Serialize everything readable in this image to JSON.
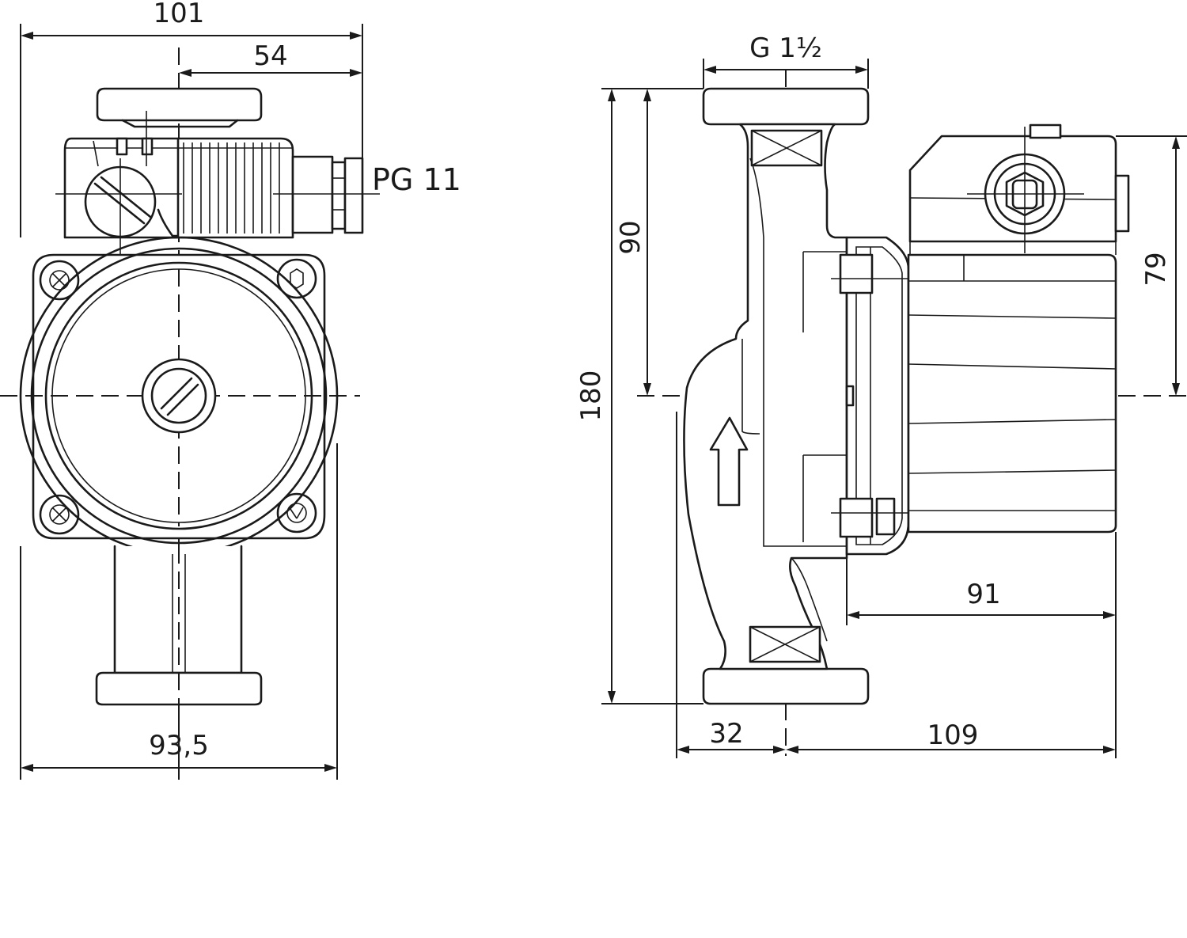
{
  "front_view": {
    "dim_width_top": "101",
    "dim_offset": "54",
    "cable_gland": "PG 11",
    "dim_width_bottom": "93,5"
  },
  "side_view": {
    "thread": "G 1½",
    "dim_height_total": "180",
    "dim_half_height": "90",
    "dim_box_height": "79",
    "dim_motor_length": "91",
    "dim_inlet_offset": "32",
    "dim_motor_depth": "109"
  },
  "colors": {
    "line": "#1a1a1a",
    "background": "#ffffff"
  }
}
